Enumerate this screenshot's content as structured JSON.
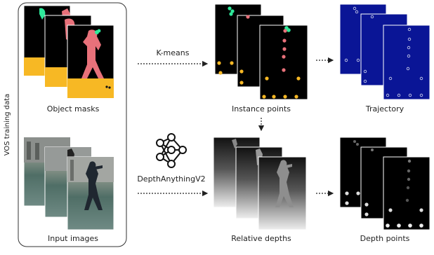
{
  "side_label": "VOS training data",
  "labels": {
    "object_masks": "Object masks",
    "input_images": "Input images",
    "kmeans": "K-means",
    "depth_model": "DepthAnythingV2",
    "instance_points": "Instance points",
    "trajectory": "Trajectory",
    "relative_depths": "Relative depths",
    "depth_points": "Depth points"
  },
  "colors": {
    "mask_black": "#000000",
    "mask_yellow": "#f7b824",
    "mask_pink": "#e8717a",
    "mask_green": "#2ee89a",
    "trajectory_blue": "#0a1596",
    "arrow": "#222222"
  },
  "icons": {
    "network": "neural-network-icon",
    "arrow": "dotted-arrow-icon"
  }
}
